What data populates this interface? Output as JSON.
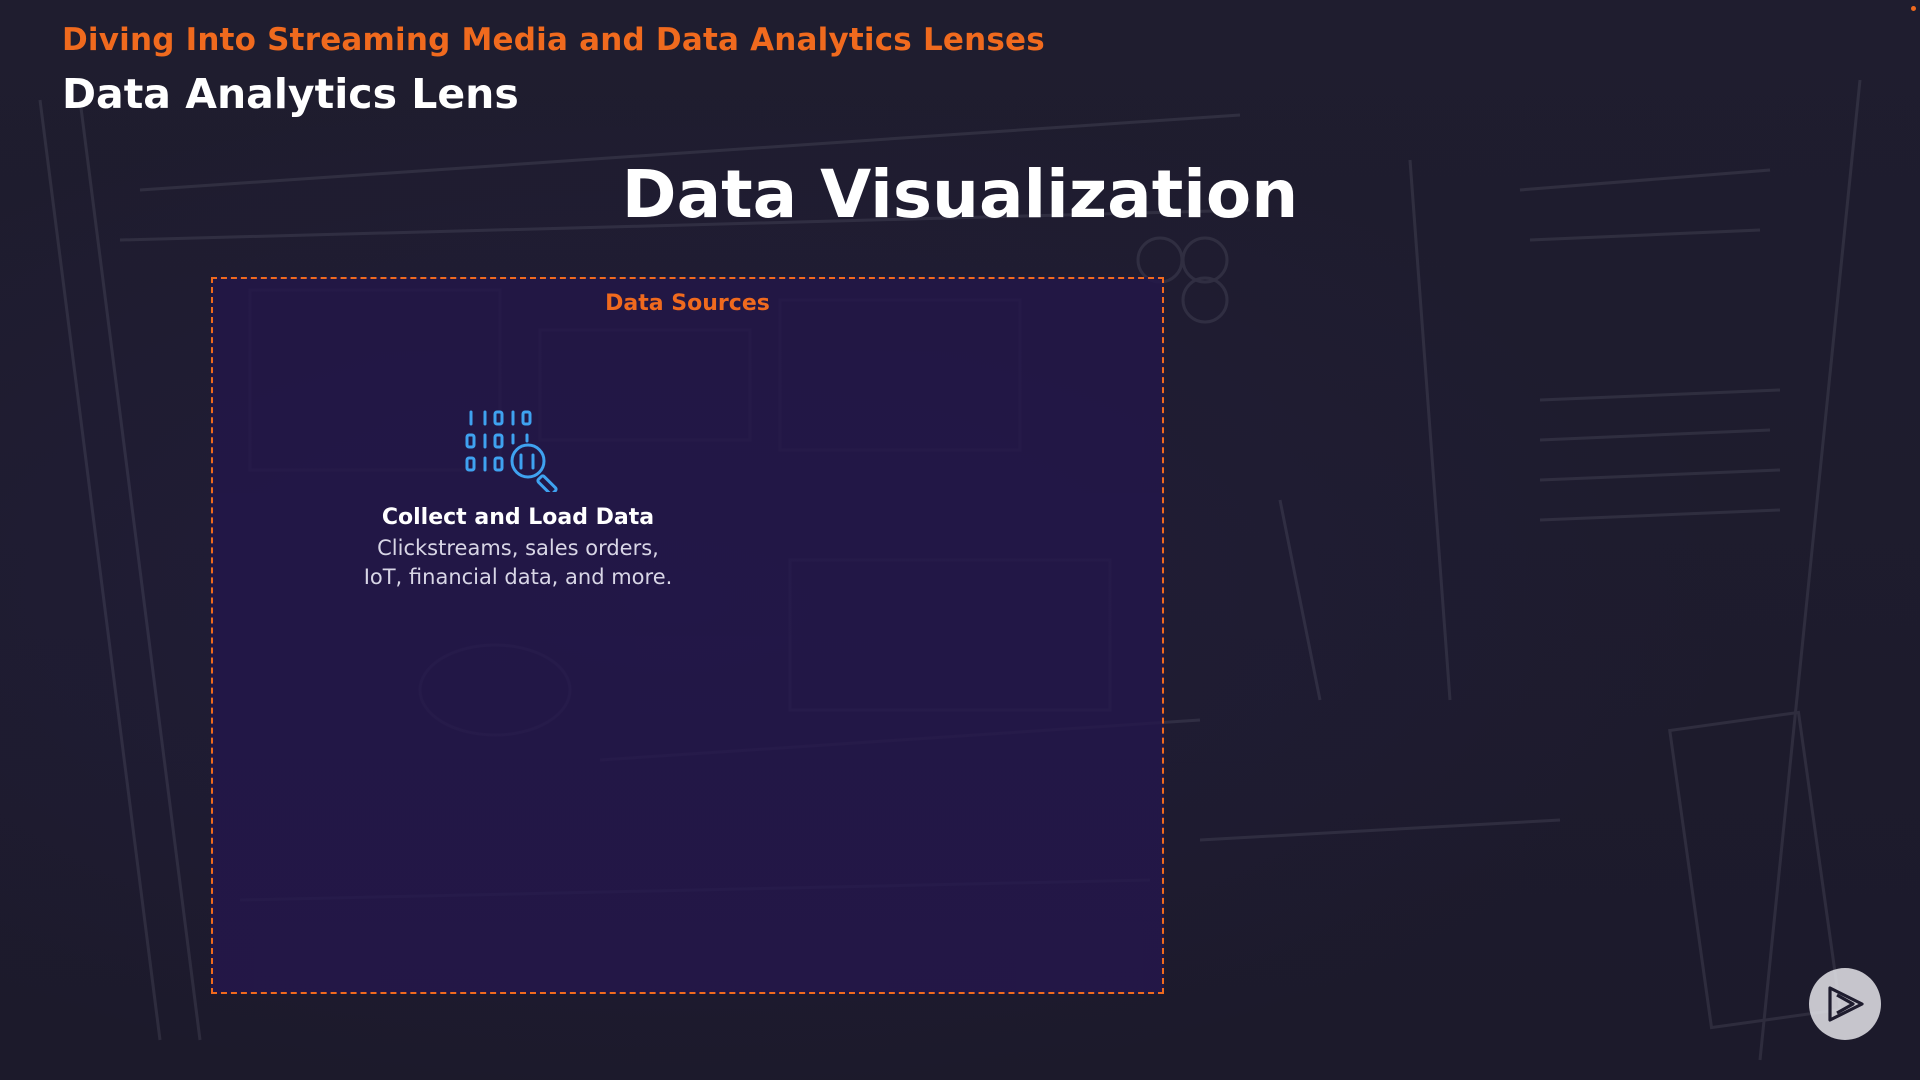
{
  "header": {
    "course_title": "Diving Into Streaming Media and Data Analytics Lenses",
    "module_title": "Data Analytics Lens"
  },
  "slide": {
    "title": "Data Visualization",
    "sources_box": {
      "label": "Data Sources",
      "item": {
        "icon": "binary-data-search-icon",
        "title": "Collect and Load Data",
        "description_line1": "Clickstreams, sales orders,",
        "description_line2": "IoT, financial data, and more."
      }
    }
  },
  "controls": {
    "play_icon": "play-logo-icon"
  },
  "colors": {
    "accent": "#f06a1e",
    "background": "#1e1c2e",
    "box_fill": "#24164c",
    "icon_blue": "#3fa2f0"
  }
}
